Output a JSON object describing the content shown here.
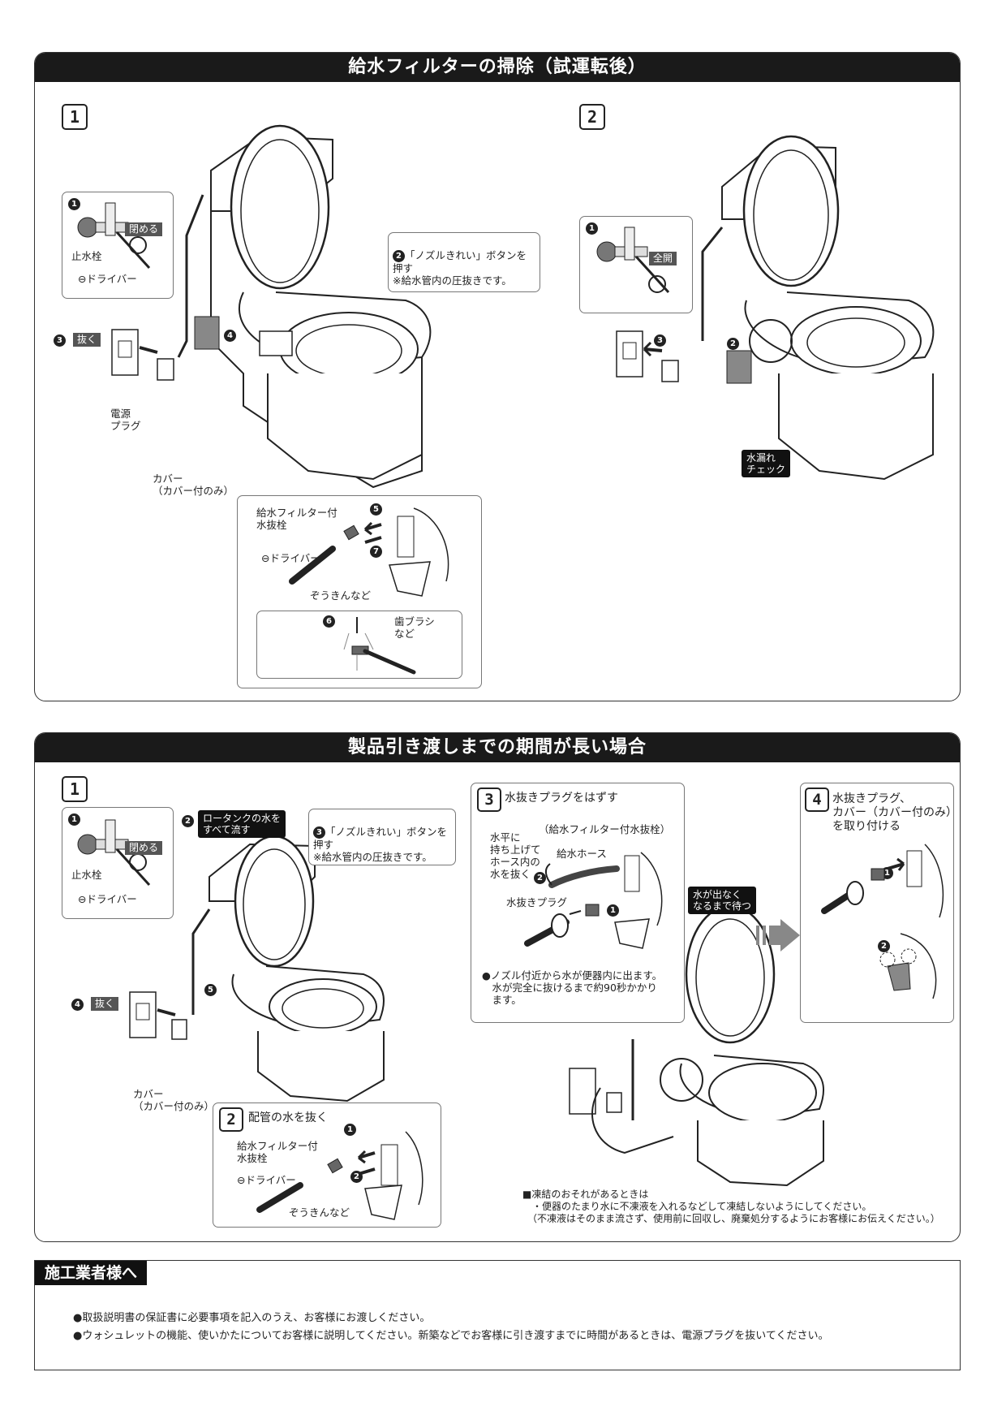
{
  "section1": {
    "title": "給水フィルターの掃除（試運転後）",
    "step1_num": "1",
    "step2_num": "2",
    "inset1_num": "1",
    "inset1_tag": "閉める",
    "inset1_valve": "止水栓",
    "inset1_driver": "⊖ドライバー",
    "step2_callout_num": "2",
    "step2_callout": "「ノズルきれい」ボタンを\n押す\n※給水管内の圧抜きです。",
    "step3_num": "3",
    "step3_tag": "抜く",
    "step4_num": "4",
    "plug_label": "電源\nプラグ",
    "cover_label": "カバー\n（カバー付のみ）",
    "filter_label": "給水フィルター付\n水抜栓",
    "step5_num": "5",
    "step7_num": "7",
    "driver_label": "⊖ドライバー",
    "cloth_label": "ぞうきんなど",
    "step6_num": "6",
    "brush_label": "歯ブラシ\nなど",
    "right_inset_num": "1",
    "right_inset_tag": "全開",
    "right_step2_num": "2",
    "right_step3_num": "3",
    "leak_label": "水漏れ\nチェック"
  },
  "section2": {
    "title": "製品引き渡しまでの期間が長い場合",
    "step1_num": "1",
    "inset1_num": "1",
    "inset1_tag": "閉める",
    "inset1_valve": "止水栓",
    "inset1_driver": "⊖ドライバー",
    "tank_num": "2",
    "tank_label": "ロータンクの水を\nすべて流す",
    "nozzle_num": "3",
    "nozzle_callout": "「ノズルきれい」ボタンを\n押す\n※給水管内の圧抜きです。",
    "unplug_num": "4",
    "unplug_tag": "抜く",
    "step5_num": "5",
    "cover_label": "カバー\n（カバー付のみ）",
    "drain_step_num": "2",
    "drain_title": "配管の水を抜く",
    "drain_sub1": "1",
    "drain_sub2": "2",
    "drain_filter_label": "給水フィルター付\n水抜栓",
    "drain_driver": "⊖ドライバー",
    "drain_cloth": "ぞうきんなど",
    "step3_num": "3",
    "step3_title": "水抜きプラグをはずす",
    "step3_filter_paren": "（給水フィルター付水抜栓）",
    "step3_hose_label": "給水ホース",
    "step3_horizontal": "水平に\n持ち上げて\nホース内の\n水を抜く",
    "step3_sub2": "2",
    "step3_sub1": "1",
    "step3_plug_label": "水抜きプラグ",
    "step3_note": "●ノズル付近から水が便器内に出ます。\n　水が完全に抜けるまで約90秒かかり\n　ます。",
    "wait_label": "水が出なく\nなるまで待つ",
    "step4_num": "4",
    "step4_title": "水抜きプラグ、\nカバー（カバー付のみ）\nを取り付ける",
    "step4_sub1": "1",
    "step4_sub2": "2",
    "freeze_note": "■凍結のおそれがあるときは\n　・便器のたまり水に不凍液を入れるなどして凍結しないようにしてください。\n　（不凍液はそのまま流さず、使用前に回収し、廃棄処分するようにお客様にお伝えください。）"
  },
  "installer": {
    "title": "施工業者様へ",
    "line1": "●取扱説明書の保証書に必要事項を記入のうえ、お客様にお渡しください。",
    "line2": "●ウォシュレットの機能、使いかたについてお客様に説明してください。新築などでお客様に引き渡すまでに時間があるときは、電源プラグを抜いてください。"
  }
}
